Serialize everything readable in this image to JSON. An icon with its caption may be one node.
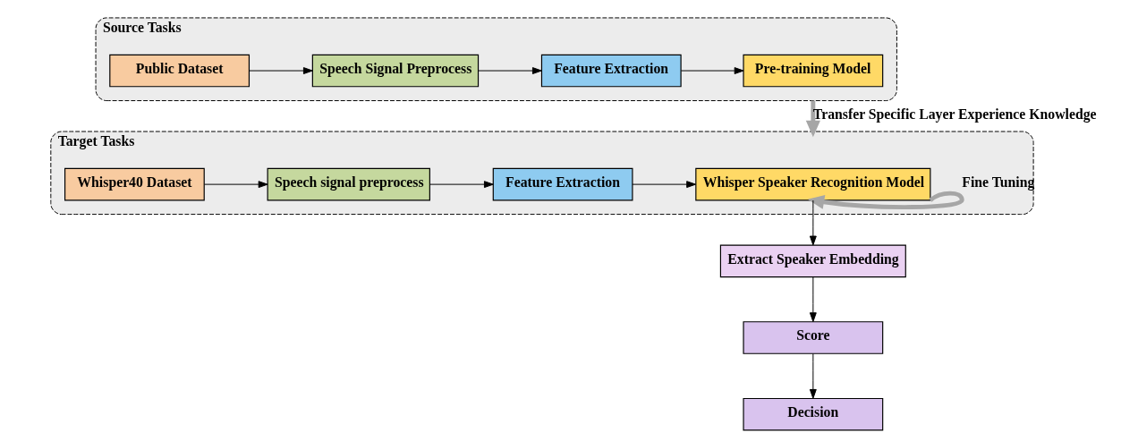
{
  "diagram": {
    "nodes": [
      {
        "text": [
          "Source Tasks"
        ]
      },
      {
        "text": [
          "Public Dataset"
        ],
        "in": 0
      },
      {
        "text": [
          "Speech Signal Preprocess"
        ],
        "in": 0
      },
      {
        "text": [
          "Feature Extraction"
        ],
        "in": 0
      },
      {
        "text": [
          "Pre-training Model"
        ],
        "in": 0
      },
      {
        "text": [
          "Target Tasks"
        ]
      },
      {
        "text": [
          "Whisper40 Dataset"
        ],
        "in": 5
      },
      {
        "text": [
          "Speech signal preprocess"
        ],
        "in": 5
      },
      {
        "text": [
          "Feature Extraction"
        ],
        "in": 5
      },
      {
        "text": [
          "Whisper Speaker Recognition Model"
        ],
        "in": 5
      },
      {
        "text": [
          "Extract Speaker Embedding"
        ]
      },
      {
        "text": [
          "Score"
        ]
      },
      {
        "text": [
          "Decision"
        ]
      }
    ],
    "edges": [
      {
        "from": 1,
        "to": 2,
        "arrow": "to"
      },
      {
        "from": 2,
        "to": 3,
        "arrow": "to"
      },
      {
        "from": 3,
        "to": 4,
        "arrow": "to"
      },
      {
        "from": 0,
        "to": 5,
        "arrow": "to",
        "label": "Transfer Specific Layer Experience Knowledge",
        "style": "thick",
        "color": "#a6a6a6"
      },
      {
        "from": 6,
        "to": 7,
        "arrow": "to"
      },
      {
        "from": 7,
        "to": 8,
        "arrow": "to"
      },
      {
        "from": 8,
        "to": 9,
        "arrow": "to"
      },
      {
        "from": 9,
        "to": 9,
        "arrow": "to",
        "label": "Fine Tuning",
        "style": "thick",
        "color": "#a6a6a6"
      },
      {
        "from": 9,
        "to": 10,
        "arrow": "to"
      },
      {
        "from": 10,
        "to": 11,
        "arrow": "to"
      },
      {
        "from": 11,
        "to": 12,
        "arrow": "to"
      }
    ]
  }
}
